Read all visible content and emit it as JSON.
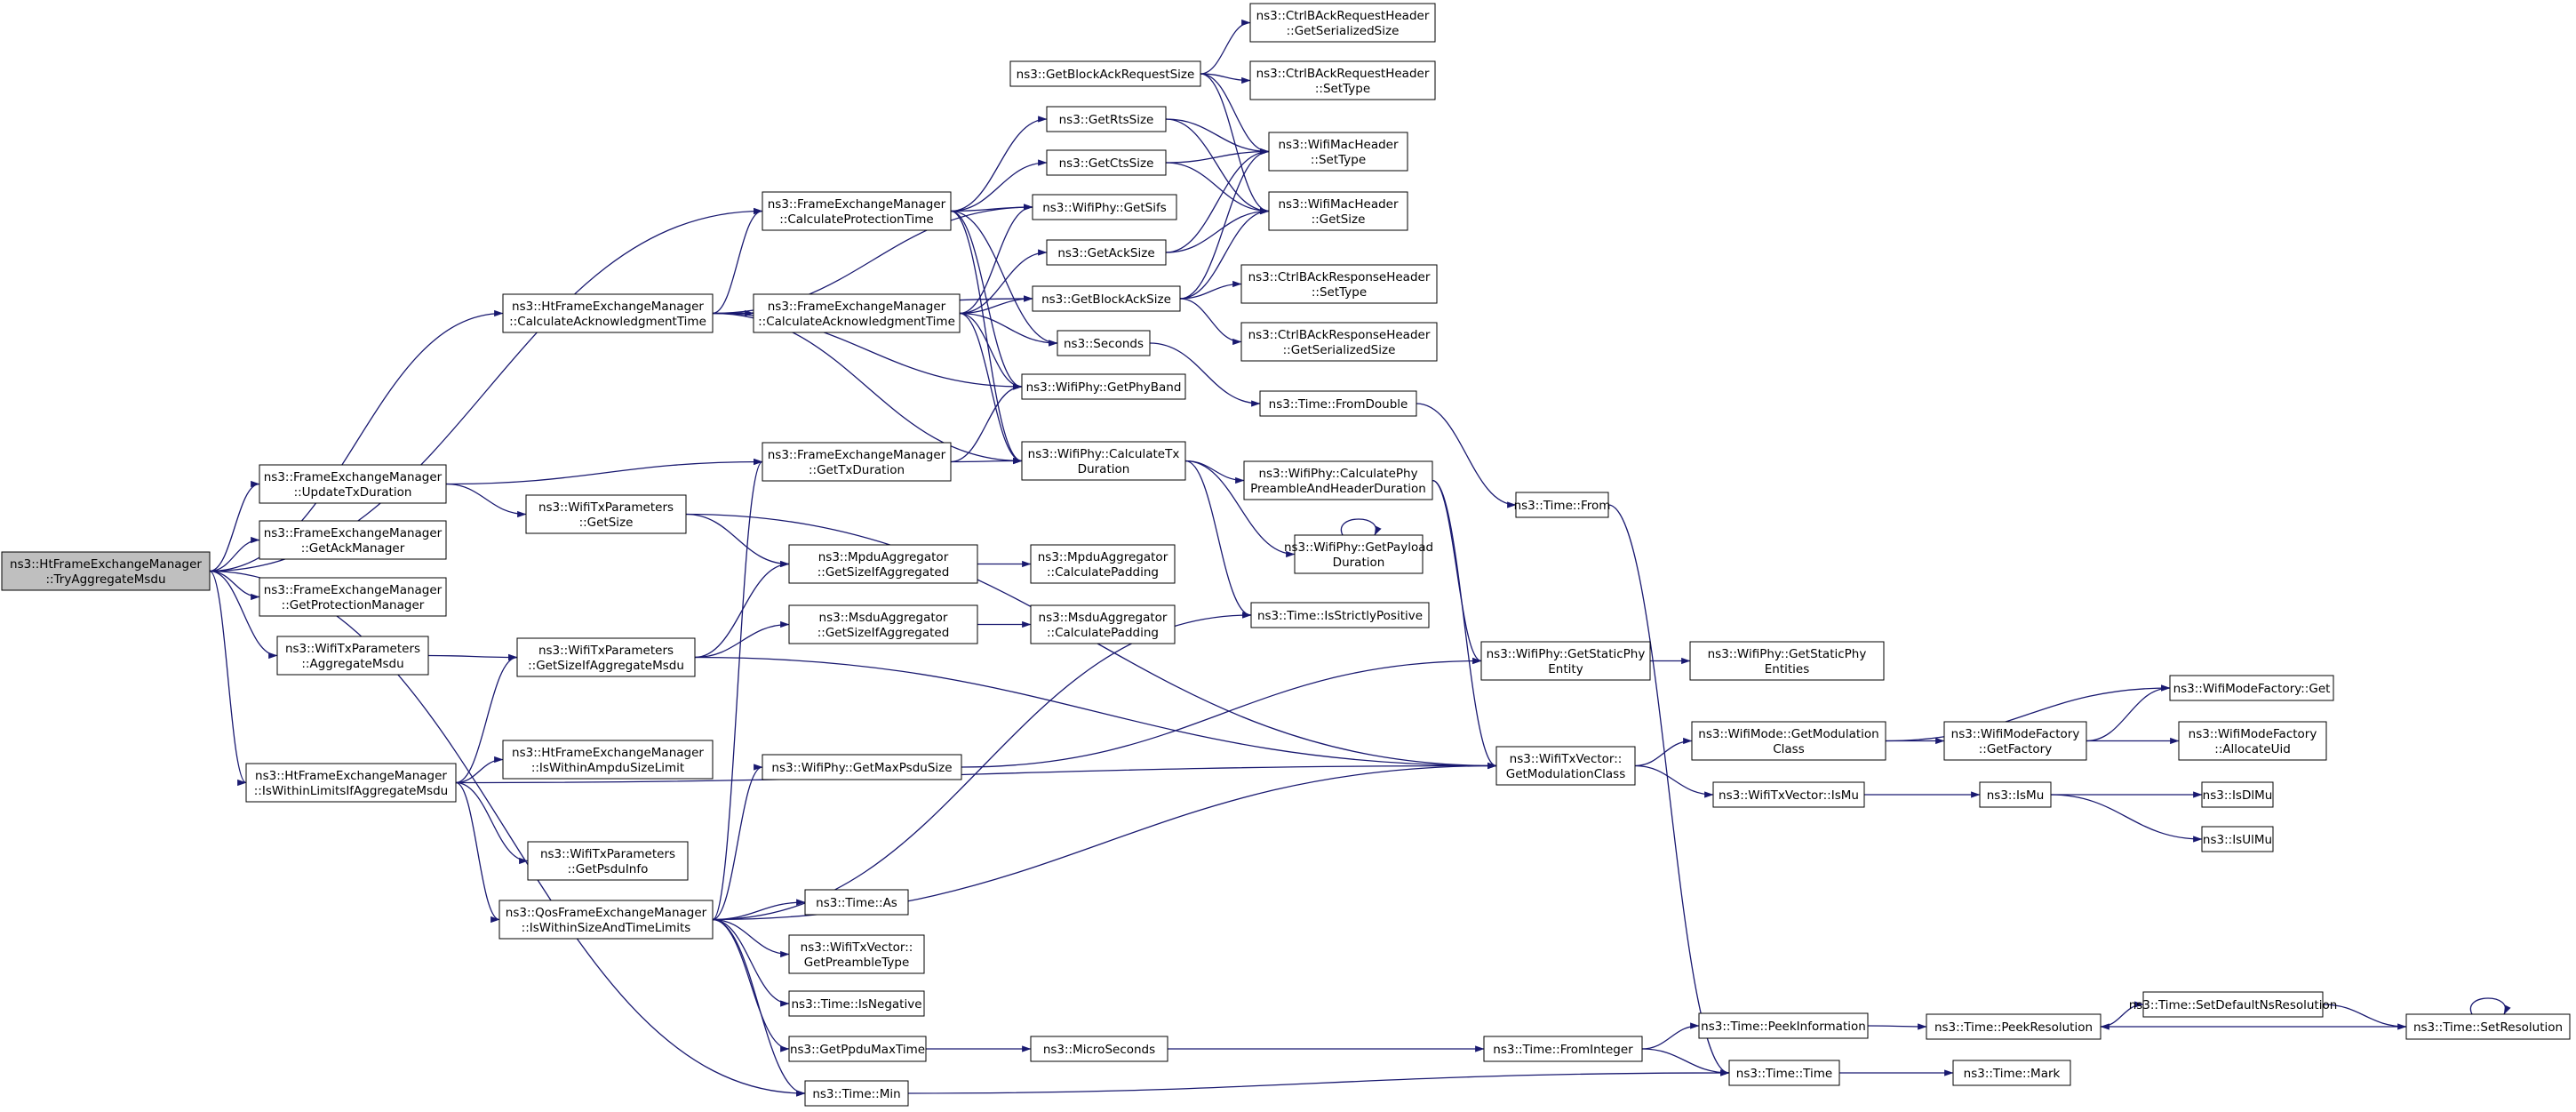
{
  "colors": {
    "edge": "#191970",
    "node_fill": "#ffffff",
    "root_fill": "#bfbfbf",
    "border": "#000000"
  },
  "root": "n0",
  "nodes": {
    "n0": {
      "lines": [
        "ns3::HtFrameExchangeManager",
        "::TryAggregateMsdu"
      ]
    },
    "n1": {
      "lines": [
        "ns3::HtFrameExchangeManager",
        "::CalculateAcknowledgmentTime"
      ]
    },
    "n2": {
      "lines": [
        "ns3::FrameExchangeManager",
        "::UpdateTxDuration"
      ]
    },
    "n3": {
      "lines": [
        "ns3::FrameExchangeManager",
        "::GetAckManager"
      ]
    },
    "n4": {
      "lines": [
        "ns3::FrameExchangeManager",
        "::GetProtectionManager"
      ]
    },
    "n5": {
      "lines": [
        "ns3::WifiTxParameters",
        "::AggregateMsdu"
      ]
    },
    "n6": {
      "lines": [
        "ns3::HtFrameExchangeManager",
        "::IsWithinLimitsIfAggregateMsdu"
      ]
    },
    "n7": {
      "lines": [
        "ns3::QosFrameExchangeManager",
        "::IsWithinSizeAndTimeLimits"
      ]
    },
    "n8": {
      "lines": [
        "ns3::Time::Min"
      ]
    },
    "n9": {
      "lines": [
        "ns3::FrameExchangeManager",
        "::CalculateProtectionTime"
      ]
    },
    "n10": {
      "lines": [
        "ns3::FrameExchangeManager",
        "::CalculateAcknowledgmentTime"
      ]
    },
    "n11": {
      "lines": [
        "ns3::FrameExchangeManager",
        "::GetTxDuration"
      ]
    },
    "n12": {
      "lines": [
        "ns3::WifiTxParameters",
        "::GetSize"
      ]
    },
    "n13": {
      "lines": [
        "ns3::WifiTxParameters",
        "::GetSizeIfAggregateMsdu"
      ]
    },
    "n14": {
      "lines": [
        "ns3::HtFrameExchangeManager",
        "::IsWithinAmpduSizeLimit"
      ]
    },
    "n15": {
      "lines": [
        "ns3::WifiTxParameters",
        "::GetPsduInfo"
      ]
    },
    "n16": {
      "lines": [
        "ns3::GetBlockAckRequestSize"
      ]
    },
    "n17": {
      "lines": [
        "ns3::GetRtsSize"
      ]
    },
    "n18": {
      "lines": [
        "ns3::GetCtsSize"
      ]
    },
    "n19": {
      "lines": [
        "ns3::WifiPhy::GetSifs"
      ]
    },
    "n20": {
      "lines": [
        "ns3::GetAckSize"
      ]
    },
    "n21": {
      "lines": [
        "ns3::GetBlockAckSize"
      ]
    },
    "n22": {
      "lines": [
        "ns3::Seconds"
      ]
    },
    "n23": {
      "lines": [
        "ns3::WifiPhy::GetPhyBand"
      ]
    },
    "n24": {
      "lines": [
        "ns3::WifiPhy::CalculateTx",
        "Duration"
      ]
    },
    "n25": {
      "lines": [
        "ns3::MpduAggregator",
        "::GetSizeIfAggregated"
      ]
    },
    "n26": {
      "lines": [
        "ns3::MsduAggregator",
        "::GetSizeIfAggregated"
      ]
    },
    "n27": {
      "lines": [
        "ns3::WifiPhy::GetMaxPsduSize"
      ]
    },
    "n28": {
      "lines": [
        "ns3::Time::As"
      ]
    },
    "n29": {
      "lines": [
        "ns3::WifiTxVector::",
        "GetPreambleType"
      ]
    },
    "n30": {
      "lines": [
        "ns3::Time::IsNegative"
      ]
    },
    "n31": {
      "lines": [
        "ns3::GetPpduMaxTime"
      ]
    },
    "n32": {
      "lines": [
        "ns3::CtrlBAckRequestHeader",
        "::GetSerializedSize"
      ]
    },
    "n33": {
      "lines": [
        "ns3::CtrlBAckRequestHeader",
        "::SetType"
      ]
    },
    "n34": {
      "lines": [
        "ns3::WifiMacHeader",
        "::SetType"
      ]
    },
    "n35": {
      "lines": [
        "ns3::WifiMacHeader",
        "::GetSize"
      ]
    },
    "n36": {
      "lines": [
        "ns3::CtrlBAckResponseHeader",
        "::SetType"
      ]
    },
    "n37": {
      "lines": [
        "ns3::CtrlBAckResponseHeader",
        "::GetSerializedSize"
      ]
    },
    "n38": {
      "lines": [
        "ns3::Time::FromDouble"
      ]
    },
    "n39": {
      "lines": [
        "ns3::WifiPhy::CalculatePhy",
        "PreambleAndHeaderDuration"
      ]
    },
    "n40": {
      "lines": [
        "ns3::WifiPhy::GetPayload",
        "Duration"
      ]
    },
    "n41": {
      "lines": [
        "ns3::Time::IsStrictlyPositive"
      ]
    },
    "n42": {
      "lines": [
        "ns3::MpduAggregator",
        "::CalculatePadding"
      ]
    },
    "n43": {
      "lines": [
        "ns3::MsduAggregator",
        "::CalculatePadding"
      ]
    },
    "n44": {
      "lines": [
        "ns3::WifiPhy::GetStaticPhy",
        "Entity"
      ]
    },
    "n45": {
      "lines": [
        "ns3::WifiTxVector::",
        "GetModulationClass"
      ]
    },
    "n46": {
      "lines": [
        "ns3::MicroSeconds"
      ]
    },
    "n47": {
      "lines": [
        "ns3::Time::FromInteger"
      ]
    },
    "n48": {
      "lines": [
        "ns3::Time::From"
      ]
    },
    "n49": {
      "lines": [
        "ns3::WifiPhy::GetStaticPhy",
        "Entities"
      ]
    },
    "n50": {
      "lines": [
        "ns3::WifiMode::GetModulation",
        "Class"
      ]
    },
    "n51": {
      "lines": [
        "ns3::WifiTxVector::IsMu"
      ]
    },
    "n52": {
      "lines": [
        "ns3::Time::PeekInformation"
      ]
    },
    "n53": {
      "lines": [
        "ns3::Time::Time"
      ]
    },
    "n54": {
      "lines": [
        "ns3::WifiModeFactory",
        "::GetFactory"
      ]
    },
    "n55": {
      "lines": [
        "ns3::IsMu"
      ]
    },
    "n56": {
      "lines": [
        "ns3::Time::PeekResolution"
      ]
    },
    "n57": {
      "lines": [
        "ns3::Time::Mark"
      ]
    },
    "n58": {
      "lines": [
        "ns3::WifiModeFactory::Get"
      ]
    },
    "n59": {
      "lines": [
        "ns3::WifiModeFactory",
        "::AllocateUid"
      ]
    },
    "n60": {
      "lines": [
        "ns3::IsDlMu"
      ]
    },
    "n61": {
      "lines": [
        "ns3::IsUlMu"
      ]
    },
    "n62": {
      "lines": [
        "ns3::Time::SetDefaultNsResolution"
      ]
    },
    "n63": {
      "lines": [
        "ns3::Time::SetResolution"
      ]
    }
  },
  "edges": [
    [
      "n0",
      "n1"
    ],
    [
      "n0",
      "n2"
    ],
    [
      "n0",
      "n3"
    ],
    [
      "n0",
      "n4"
    ],
    [
      "n0",
      "n5"
    ],
    [
      "n0",
      "n6"
    ],
    [
      "n0",
      "n8"
    ],
    [
      "n0",
      "n9"
    ],
    [
      "n1",
      "n9"
    ],
    [
      "n1",
      "n10"
    ],
    [
      "n1",
      "n19"
    ],
    [
      "n1",
      "n21"
    ],
    [
      "n1",
      "n23"
    ],
    [
      "n1",
      "n24"
    ],
    [
      "n2",
      "n11"
    ],
    [
      "n2",
      "n12"
    ],
    [
      "n5",
      "n13"
    ],
    [
      "n6",
      "n13"
    ],
    [
      "n6",
      "n14"
    ],
    [
      "n6",
      "n15"
    ],
    [
      "n6",
      "n7"
    ],
    [
      "n6",
      "n45"
    ],
    [
      "n7",
      "n8"
    ],
    [
      "n7",
      "n11"
    ],
    [
      "n7",
      "n27"
    ],
    [
      "n7",
      "n28"
    ],
    [
      "n7",
      "n29"
    ],
    [
      "n7",
      "n30"
    ],
    [
      "n7",
      "n31"
    ],
    [
      "n7",
      "n41"
    ],
    [
      "n7",
      "n45"
    ],
    [
      "n9",
      "n17"
    ],
    [
      "n9",
      "n18"
    ],
    [
      "n9",
      "n19"
    ],
    [
      "n9",
      "n23"
    ],
    [
      "n9",
      "n24"
    ],
    [
      "n9",
      "n22"
    ],
    [
      "n10",
      "n20"
    ],
    [
      "n10",
      "n21"
    ],
    [
      "n10",
      "n22"
    ],
    [
      "n10",
      "n23"
    ],
    [
      "n10",
      "n24"
    ],
    [
      "n10",
      "n19"
    ],
    [
      "n11",
      "n24"
    ],
    [
      "n11",
      "n23"
    ],
    [
      "n12",
      "n25"
    ],
    [
      "n12",
      "n45"
    ],
    [
      "n13",
      "n25"
    ],
    [
      "n13",
      "n26"
    ],
    [
      "n13",
      "n45"
    ],
    [
      "n16",
      "n32"
    ],
    [
      "n16",
      "n33"
    ],
    [
      "n16",
      "n34"
    ],
    [
      "n16",
      "n35"
    ],
    [
      "n17",
      "n34"
    ],
    [
      "n17",
      "n35"
    ],
    [
      "n18",
      "n34"
    ],
    [
      "n18",
      "n35"
    ],
    [
      "n20",
      "n34"
    ],
    [
      "n20",
      "n35"
    ],
    [
      "n21",
      "n34"
    ],
    [
      "n21",
      "n35"
    ],
    [
      "n21",
      "n36"
    ],
    [
      "n21",
      "n37"
    ],
    [
      "n22",
      "n38"
    ],
    [
      "n24",
      "n39"
    ],
    [
      "n24",
      "n40"
    ],
    [
      "n24",
      "n41"
    ],
    [
      "n25",
      "n42"
    ],
    [
      "n26",
      "n43"
    ],
    [
      "n27",
      "n44"
    ],
    [
      "n31",
      "n46"
    ],
    [
      "n38",
      "n48"
    ],
    [
      "n39",
      "n44"
    ],
    [
      "n39",
      "n45"
    ],
    [
      "n40",
      "n40"
    ],
    [
      "n44",
      "n49"
    ],
    [
      "n45",
      "n50"
    ],
    [
      "n45",
      "n51"
    ],
    [
      "n46",
      "n47"
    ],
    [
      "n47",
      "n52"
    ],
    [
      "n47",
      "n53"
    ],
    [
      "n48",
      "n53"
    ],
    [
      "n50",
      "n54"
    ],
    [
      "n50",
      "n58"
    ],
    [
      "n51",
      "n55"
    ],
    [
      "n52",
      "n56"
    ],
    [
      "n53",
      "n57"
    ],
    [
      "n54",
      "n58"
    ],
    [
      "n54",
      "n59"
    ],
    [
      "n55",
      "n60"
    ],
    [
      "n55",
      "n61"
    ],
    [
      "n56",
      "n62"
    ],
    [
      "n62",
      "n63"
    ],
    [
      "n63",
      "n56"
    ],
    [
      "n63",
      "n63"
    ],
    [
      "n8",
      "n53"
    ]
  ]
}
